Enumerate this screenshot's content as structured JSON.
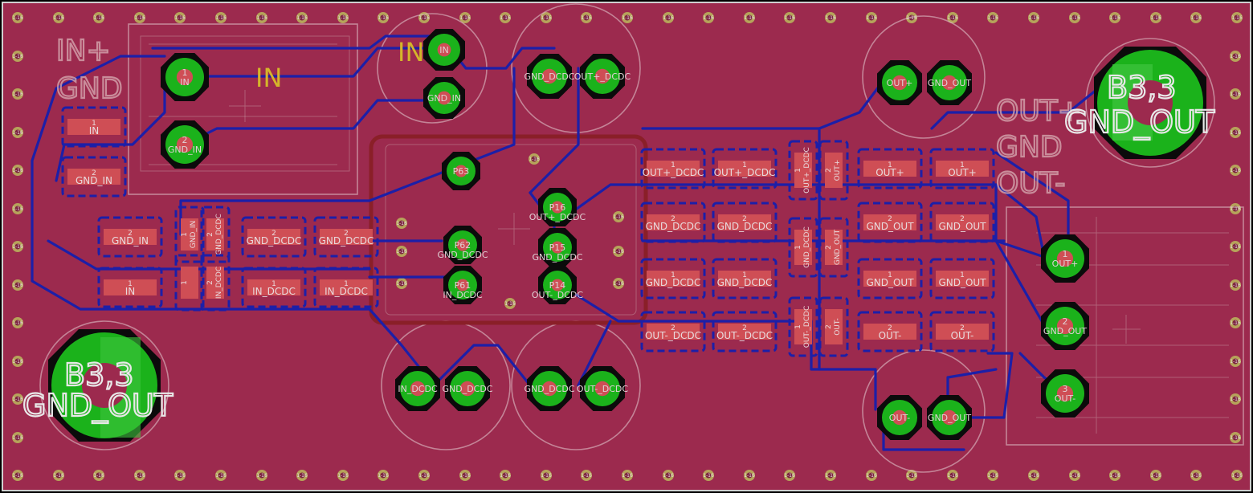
{
  "colors": {
    "board": "#9c2a4e",
    "copper_trace": "#1c1fa8",
    "pad": "#cf4e55",
    "tht_ring": "#1bb21b",
    "via_ring": "#b6a35a",
    "silkscreen": "#c9a0a8",
    "label_yellow": "#d4b52a"
  },
  "silk_labels": {
    "in_plus": "IN+",
    "gnd_left": "GND",
    "in_connector": "IN",
    "in_cap": "IN",
    "out_plus": "OUT+",
    "gnd_right": "GND",
    "out_minus": "OUT-"
  },
  "mounting_holes": {
    "label_top": "B3,3",
    "label_bottom": "GND_OUT"
  },
  "via_label": "1-16",
  "tht_pads": {
    "in_conn_1": {
      "num": "1",
      "net": "IN"
    },
    "in_conn_2": {
      "num": "2",
      "net": "GND_IN"
    },
    "cin_top_1": {
      "net": "IN"
    },
    "cin_top_2": {
      "net": "GND_IN"
    },
    "c_dcdc_top_1": {
      "net": "GND_DCDC"
    },
    "c_dcdc_top_2": {
      "net": "OUT+_DCDC"
    },
    "c_out_top_1": {
      "net": "OUT+"
    },
    "c_out_top_2": {
      "net": "GND_OUT"
    },
    "c_in_bot_1": {
      "net": "IN_DCDC"
    },
    "c_in_bot_2": {
      "net": "GND_DCDC"
    },
    "c_dcdc_bot_1": {
      "net": "GND_DCDC"
    },
    "c_dcdc_bot_2": {
      "net": "OUT-_DCDC"
    },
    "c_out_bot_1": {
      "net": "OUT-"
    },
    "c_out_bot_2": {
      "net": "GND_OUT"
    },
    "out_conn_1": {
      "num": "1",
      "net": "OUT+"
    },
    "out_conn_2": {
      "num": "2",
      "net": "GND_OUT"
    },
    "out_conn_3": {
      "num": "3",
      "net": "OUT-"
    },
    "p63": {
      "pin": "P63",
      "net": ""
    },
    "p62": {
      "pin": "P62",
      "net": "GND_DCDC"
    },
    "p61": {
      "pin": "P61",
      "net": "IN_DCDC"
    },
    "p16": {
      "pin": "P16",
      "net": "OUT+_DCDC"
    },
    "p15": {
      "pin": "P15",
      "net": "GND_DCDC"
    },
    "p14": {
      "pin": "P14",
      "net": "OUT-_DCDC"
    }
  },
  "smd_pads": {
    "c_in_l_1": {
      "num": "1",
      "net": "IN"
    },
    "c_in_l_2": {
      "num": "2",
      "net": "GND_IN"
    },
    "c_a_2": {
      "num": "2",
      "net": "GND_IN"
    },
    "c_a_1": {
      "num": "1",
      "net": "IN"
    },
    "r_v1_1": {
      "num": "1",
      "net": "GND_IN"
    },
    "r_v1_2": {
      "num": "2",
      "net": "GND_DCDC"
    },
    "r_v2_1": {
      "num": "1",
      "net": ""
    },
    "r_v2_2": {
      "num": "2",
      "net": "IN_DCDC"
    },
    "c_b_2": {
      "num": "2",
      "net": "GND_DCDC"
    },
    "c_b_1": {
      "num": "1",
      "net": "IN_DCDC"
    },
    "c_c_2": {
      "num": "2",
      "net": "GND_DCDC"
    },
    "c_c_1": {
      "num": "1",
      "net": "IN_DCDC"
    },
    "c_d_1": {
      "num": "1",
      "net": "OUT+_DCDC"
    },
    "c_d_2": {
      "num": "2",
      "net": "GND_DCDC"
    },
    "c_e_1": {
      "num": "1",
      "net": "OUT+_DCDC"
    },
    "c_e_2": {
      "num": "2",
      "net": "GND_DCDC"
    },
    "c_f_1": {
      "num": "1",
      "net": "GND_DCDC"
    },
    "c_f_2": {
      "num": "2",
      "net": "OUT-_DCDC"
    },
    "c_g_1": {
      "num": "1",
      "net": "GND_DCDC"
    },
    "c_g_2": {
      "num": "2",
      "net": "OUT-_DCDC"
    },
    "l_1_1": {
      "num": "1",
      "net": "OUT+_DCDC"
    },
    "l_1_2": {
      "num": "2",
      "net": "OUT+"
    },
    "l_2_1": {
      "num": "1",
      "net": "GND_DCDC"
    },
    "l_2_2": {
      "num": "2",
      "net": "GND_OUT"
    },
    "l_3_1": {
      "num": "1",
      "net": "OUT-_DCDC"
    },
    "l_3_2": {
      "num": "2",
      "net": "OUT-"
    },
    "c_h_1": {
      "num": "1",
      "net": "OUT+"
    },
    "c_h_2": {
      "num": "2",
      "net": "GND_OUT"
    },
    "c_i_1": {
      "num": "1",
      "net": "OUT+"
    },
    "c_i_2": {
      "num": "2",
      "net": "GND_OUT"
    },
    "c_j_1": {
      "num": "1",
      "net": "GND_OUT"
    },
    "c_j_2": {
      "num": "2",
      "net": "OUT-"
    },
    "c_k_1": {
      "num": "1",
      "net": "GND_OUT"
    },
    "c_k_2": {
      "num": "2",
      "net": "OUT-"
    }
  }
}
